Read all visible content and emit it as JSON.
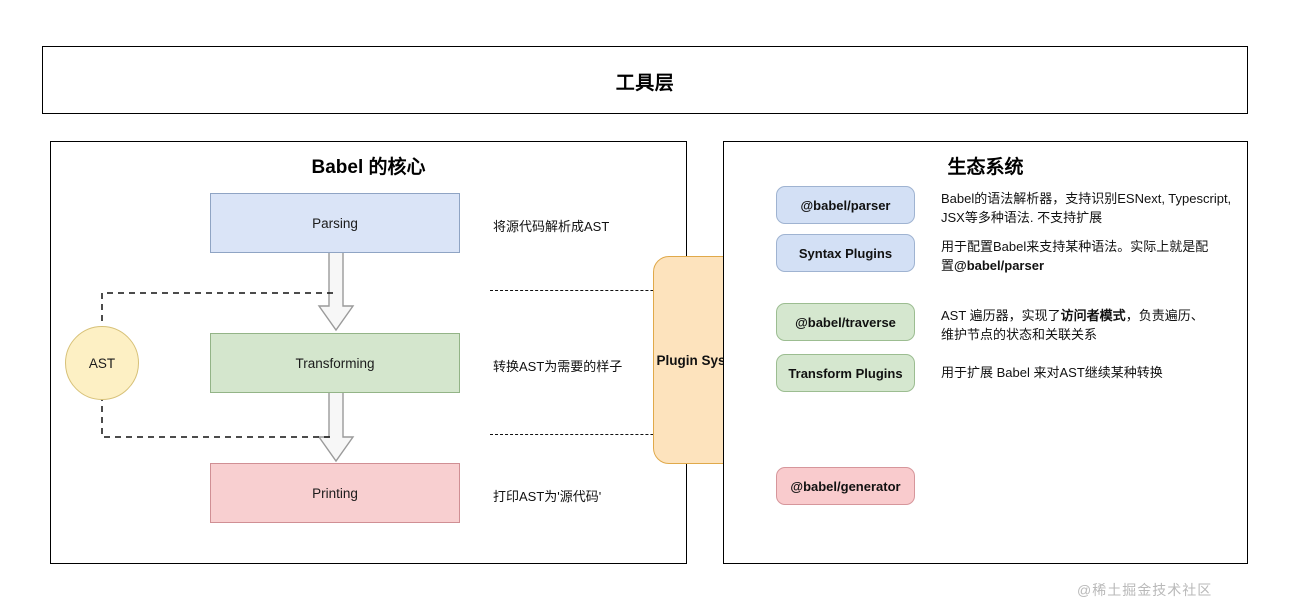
{
  "diagram": {
    "top_banner": {
      "title": "工具层"
    },
    "left_panel": {
      "title": "Babel 的核心",
      "ast_node": "AST",
      "steps": [
        {
          "name": "Parsing",
          "caption": "将源代码解析成AST",
          "color": "#dae4f7"
        },
        {
          "name": "Transforming",
          "caption": "转换AST为需要的样子",
          "color": "#d4e6cd"
        },
        {
          "name": "Printing",
          "caption": "打印AST为'源代码'",
          "color": "#f8cfd0"
        }
      ]
    },
    "center": {
      "plugin_system": "Plugin System",
      "color": "#fde3bd"
    },
    "right_panel": {
      "title": "生态系统",
      "groups": [
        {
          "items": [
            {
              "label": "@babel/parser",
              "color": "#d3e0f5",
              "desc_line1": "Babel的语法解析器，支持识别ESNext, Typescript,",
              "desc_line2": "JSX等多种语法. 不支持扩展",
              "desc_line2_bold": ""
            },
            {
              "label": "Syntax Plugins",
              "color": "#d3e0f5",
              "desc_line1": "用于配置Babel来支持某种语法。实际上就是配",
              "desc_line2": "置",
              "desc_line2_bold": "@babel/parser"
            }
          ]
        },
        {
          "items": [
            {
              "label": "@babel/traverse",
              "color": "#d5e7cf",
              "desc_line1_a": "AST 遍历器，实现了",
              "desc_line1_bold": "访问者模式",
              "desc_line1_b": "，负责遍历、",
              "desc_line2": "维护节点的状态和关联关系"
            },
            {
              "label": "Transform Plugins",
              "color": "#d5e7cf",
              "desc_line1": "用于扩展 Babel 来对AST继续某种转换",
              "desc_line2": ""
            }
          ]
        },
        {
          "items": [
            {
              "label": "@babel/generator",
              "color": "#f9cbcd",
              "desc_line1": "",
              "desc_line2": ""
            }
          ]
        }
      ]
    },
    "watermark": "@稀土掘金技术社区"
  }
}
